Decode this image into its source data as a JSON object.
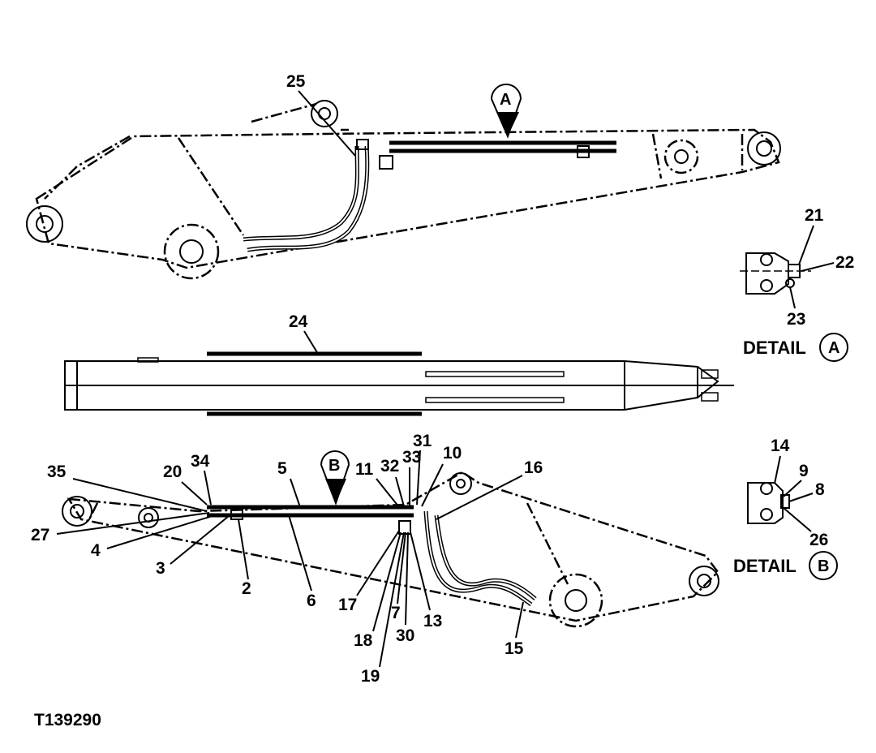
{
  "figure_id": "T139290",
  "callouts_top": {
    "c25": "25",
    "marker": "A"
  },
  "callouts_mid": {
    "c24": "24"
  },
  "callouts_bottom": {
    "c35": "35",
    "c20": "20",
    "c34": "34",
    "c5": "5",
    "marker": "B",
    "c11": "11",
    "c32": "32",
    "c33": "33",
    "c31": "31",
    "c10": "10",
    "c16": "16",
    "c27": "27",
    "c4": "4",
    "c3": "3",
    "c2": "2",
    "c6": "6",
    "c17": "17",
    "c18": "18",
    "c19": "19",
    "c7": "7",
    "c30": "30",
    "c13": "13",
    "c15": "15"
  },
  "detail_a": {
    "label": "DETAIL",
    "letter": "A",
    "c21": "21",
    "c22": "22",
    "c23": "23"
  },
  "detail_b": {
    "label": "DETAIL",
    "letter": "B",
    "c14": "14",
    "c9": "9",
    "c8": "8",
    "c26": "26"
  }
}
